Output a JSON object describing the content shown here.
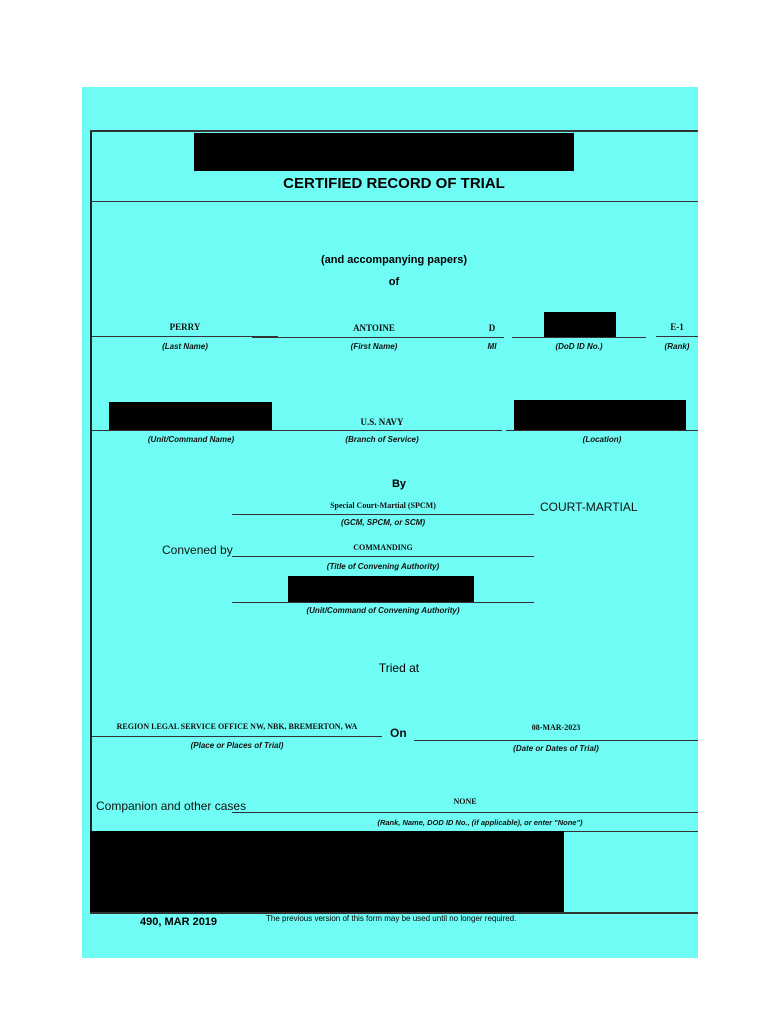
{
  "title": "CERTIFIED RECORD OF TRIAL",
  "subtitle": "(and accompanying papers)",
  "of": "of",
  "accused": {
    "last_name": "PERRY",
    "last_name_cap": "(Last Name)",
    "first_name": "ANTOINE",
    "first_name_cap": "(First Name)",
    "mi": "D",
    "mi_cap": "MI",
    "dod_cap": "(DoD ID No.)",
    "rank": "E-1",
    "rank_cap": "(Rank)"
  },
  "unit": {
    "unit_cap": "(Unit/Command Name)",
    "branch": "U.S. NAVY",
    "branch_cap": "(Branch of Service)",
    "location_cap": "(Location)"
  },
  "by": "By",
  "court": {
    "type": "Special Court-Martial (SPCM)",
    "type_cap": "(GCM, SPCM, or SCM)",
    "suffix": "COURT-MARTIAL"
  },
  "convened": {
    "label": "Convened by",
    "title": "COMMANDING",
    "title_cap": "(Title of Convening Authority)",
    "unit_cap": "(Unit/Command of Convening Authority)"
  },
  "tried_at": "Tried at",
  "trial": {
    "place": "REGION LEGAL SERVICE OFFICE NW, NBK, BREMERTON, WA",
    "place_cap": "(Place or Places of Trial)",
    "on": "On",
    "date": "08-MAR-2023",
    "date_cap": "(Date or Dates of Trial)"
  },
  "companion": {
    "label": "Companion and other cases",
    "value": "NONE",
    "cap": "(Rank, Name, DOD ID No., (if applicable), or enter \"None\")"
  },
  "footer": {
    "form": "490, MAR 2019",
    "note": "The previous version of this form may be used until no longer required."
  }
}
